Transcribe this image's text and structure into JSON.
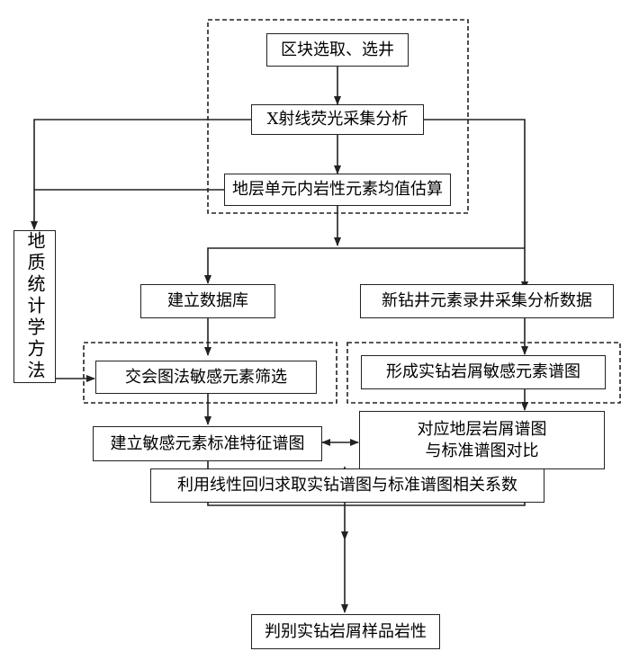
{
  "nodes": {
    "select_block": "区块选取、选井",
    "xrf_analysis": "X射线荧光采集分析",
    "element_mean": "地层单元内岩性元素均值估算",
    "geo_statistics": "地质统计学方法",
    "build_database": "建立数据库",
    "new_well_data": "新钻井元素录井采集分析数据",
    "crossplot_screening": "交会图法敏感元素筛选",
    "form_spectrum": "形成实钻岩屑敏感元素谱图",
    "standard_spectrum": "建立敏感元素标准特征谱图",
    "compare_line1": "对应地层岩屑谱图",
    "compare_line2": "与标准谱图对比",
    "regression": "利用线性回归求取实钻谱图与标准谱图相关系数",
    "lithology": "判别实钻岩屑样品岩性"
  },
  "colors": {
    "line": "#222222",
    "box_border": "#222222"
  }
}
